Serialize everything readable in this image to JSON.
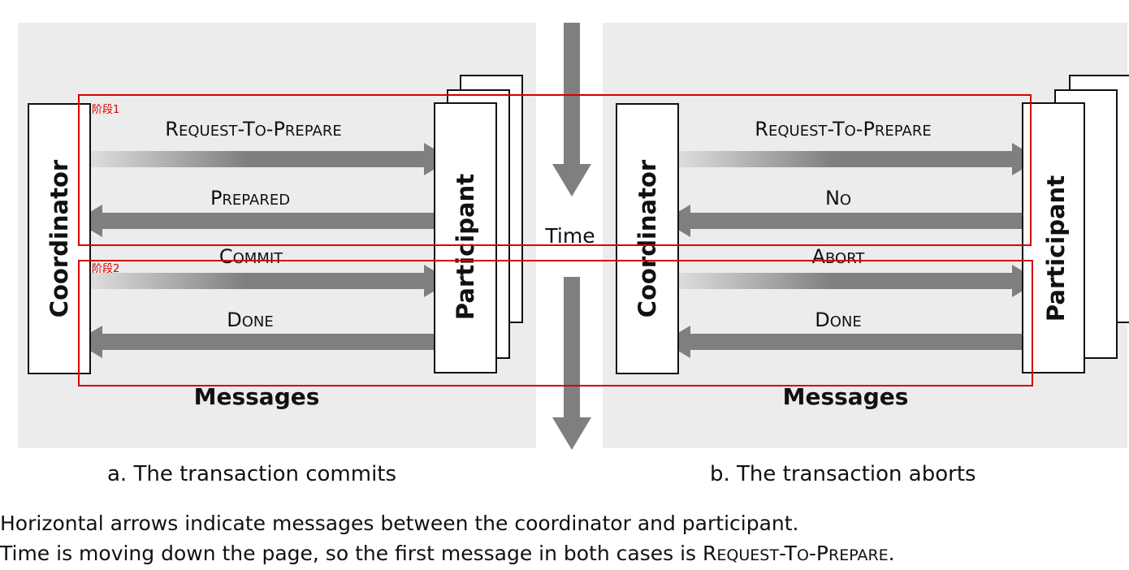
{
  "time_label": "Time",
  "panels": [
    {
      "coordinator": "Coordinator",
      "participant": "Participant",
      "messages_label": "Messages",
      "caption": "a. The transaction commits",
      "messages": [
        {
          "first": "R",
          "rest": "EQUEST",
          "mid": "-T",
          "rest2": "O",
          "mid2": "-P",
          "rest3": "REPARE",
          "direction": "to-participant"
        },
        {
          "first": "P",
          "rest": "REPARED",
          "direction": "to-coordinator"
        },
        {
          "first": "C",
          "rest": "OMMIT",
          "direction": "to-participant"
        },
        {
          "first": "D",
          "rest": "ONE",
          "direction": "to-coordinator"
        }
      ]
    },
    {
      "coordinator": "Coordinator",
      "participant": "Participant",
      "messages_label": "Messages",
      "caption": "b. The transaction aborts",
      "messages": [
        {
          "first": "R",
          "rest": "EQUEST",
          "mid": "-T",
          "rest2": "O",
          "mid2": "-P",
          "rest3": "REPARE",
          "direction": "to-participant"
        },
        {
          "first": "N",
          "rest": "O",
          "direction": "to-coordinator"
        },
        {
          "first": "A",
          "rest": "BORT",
          "direction": "to-participant"
        },
        {
          "first": "D",
          "rest": "ONE",
          "direction": "to-coordinator"
        }
      ]
    }
  ],
  "stages": [
    {
      "label": "阶段1"
    },
    {
      "label": "阶段2"
    }
  ],
  "footnote": {
    "line1": "Horizontal arrows indicate messages between the coordinator and participant.",
    "line2_prefix": "Time is moving down the page, so the first message in both cases is ",
    "line2_first": "R",
    "line2_rest": "EQUEST",
    "line2_mid": "-T",
    "line2_rest2": "O",
    "line2_mid2": "-P",
    "line2_rest3": "REPARE",
    "line2_end": "."
  },
  "colors": {
    "panel_bg": "#ececec",
    "arrow": "#7f7f7f",
    "stage_outline": "#d40000"
  }
}
